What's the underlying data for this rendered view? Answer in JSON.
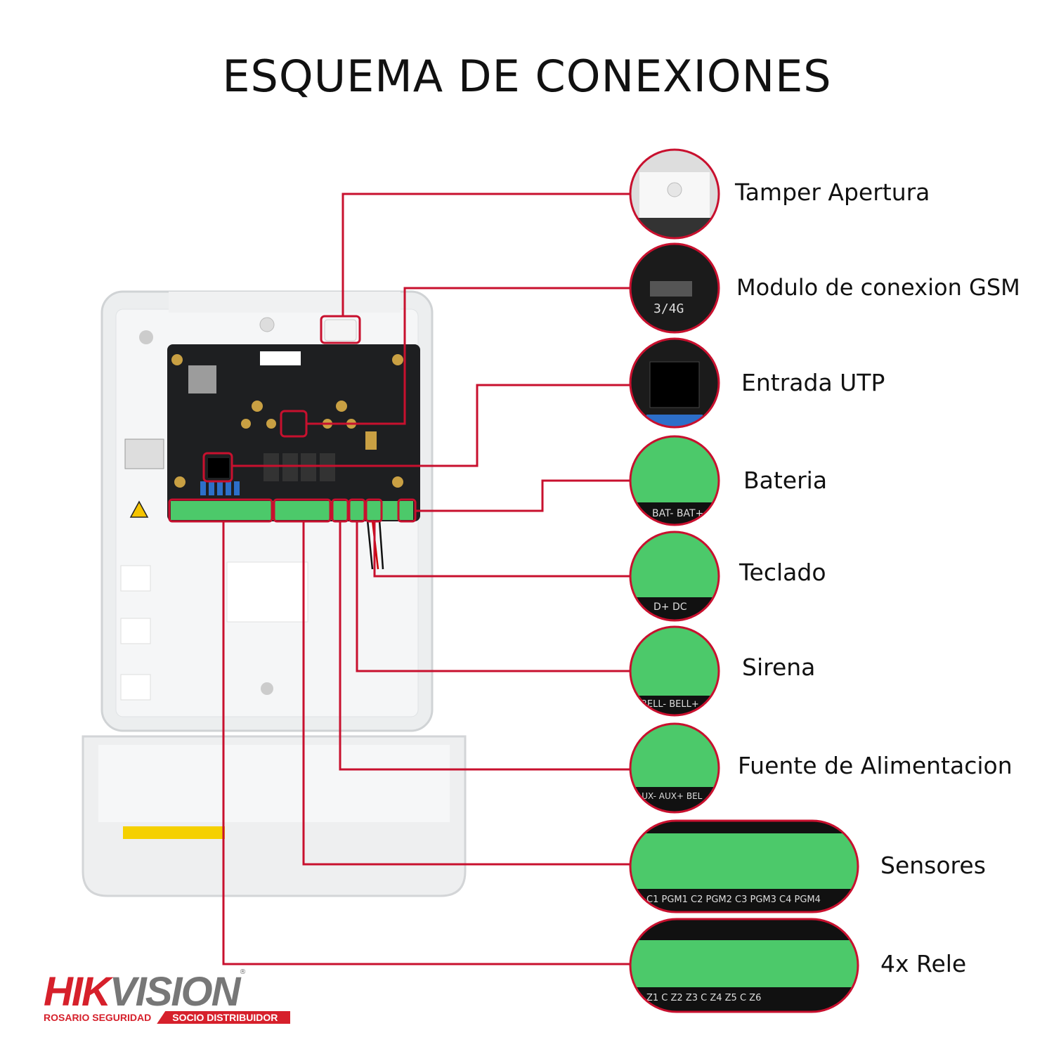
{
  "title": "ESQUEMA DE CONEXIONES",
  "accent_color": "#c8102e",
  "terminal_color": "#4cc96a",
  "connections": [
    {
      "label": "Tamper Apertura"
    },
    {
      "label": "Modulo de conexion GSM",
      "detail": "3/4G"
    },
    {
      "label": "Entrada UTP"
    },
    {
      "label": "Bateria",
      "detail": "BAT-  BAT+"
    },
    {
      "label": "Teclado",
      "detail": "D+  DC"
    },
    {
      "label": "Sirena",
      "detail": "BELL-  BELL+"
    },
    {
      "label": "Fuente de Alimentacion",
      "detail": "AUX-  AUX+  BEL"
    },
    {
      "label": "Sensores",
      "detail": "C1  PGM1  C2  PGM2  C3  PGM3  C4  PGM4"
    },
    {
      "label": "4x Rele",
      "detail": "Z1  C  Z2  Z3  C  Z4  Z5  C  Z6"
    }
  ],
  "logo": {
    "brand_a": "HIK",
    "brand_b": "VISION",
    "registered": "®",
    "dealer": "ROSARIO SEGURIDAD",
    "badge": "SOCIO DISTRIBUIDOR"
  }
}
